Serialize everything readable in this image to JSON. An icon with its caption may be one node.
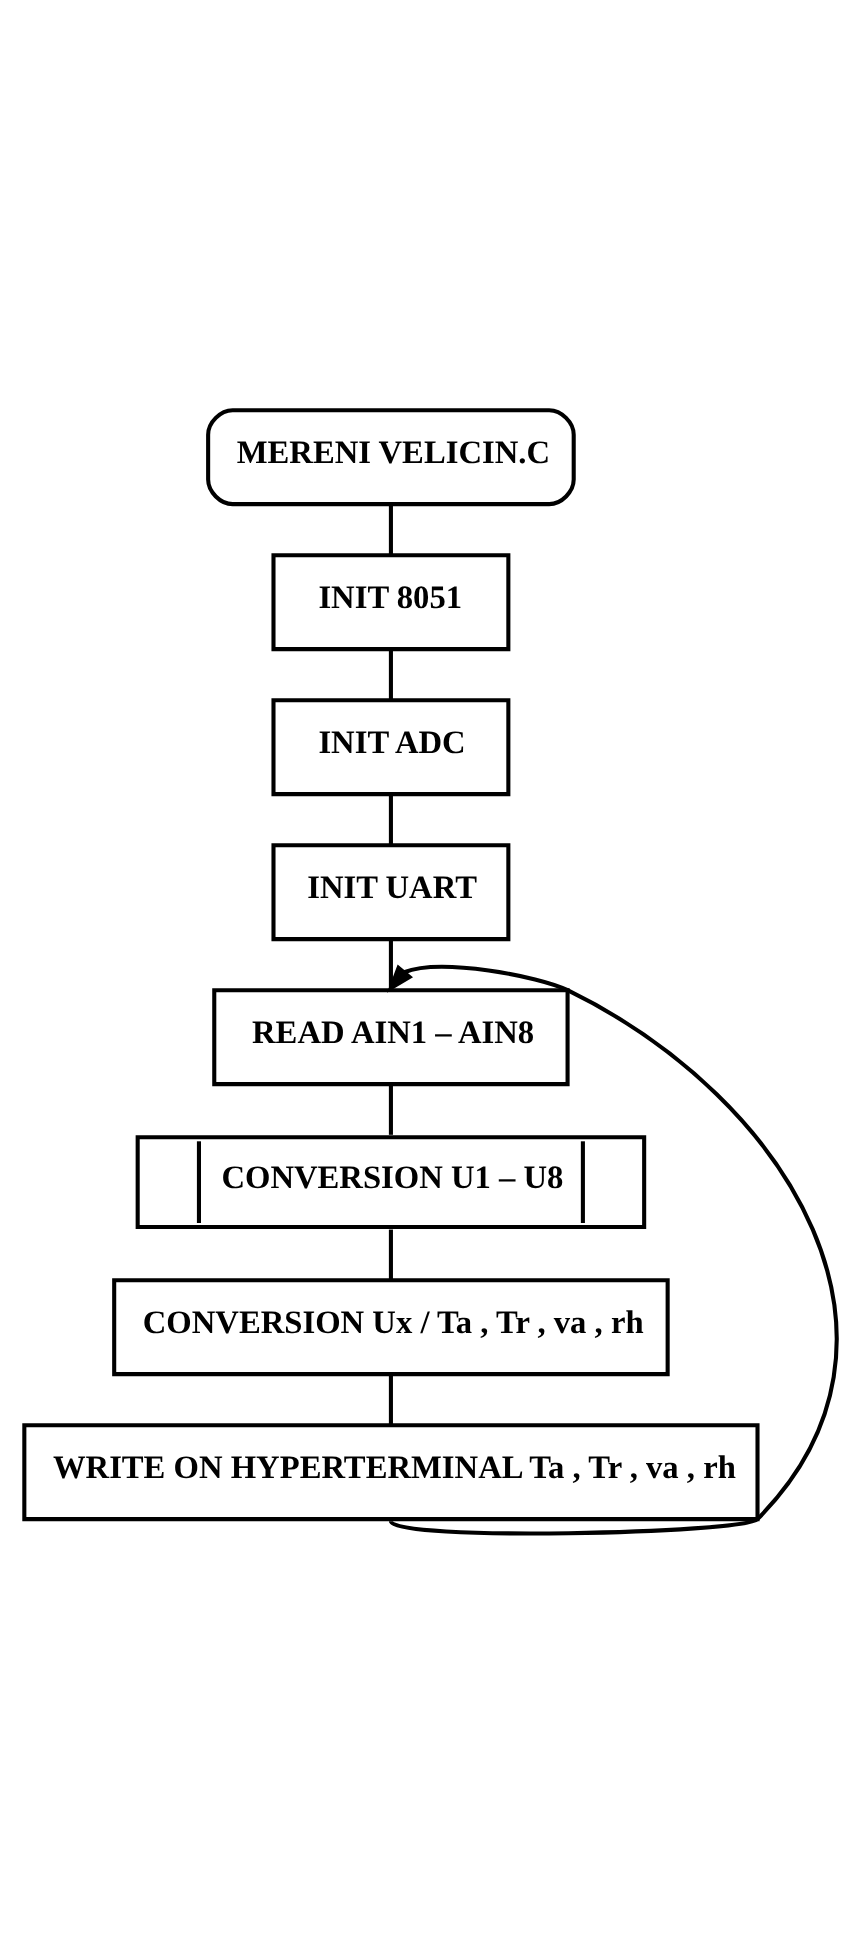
{
  "diagram": {
    "nodes": [
      {
        "text": [
          "MERENI VELICIN.C"
        ]
      },
      {
        "text": [
          "INIT 8051"
        ]
      },
      {
        "text": [
          "INIT ADC"
        ]
      },
      {
        "text": [
          "INIT UART"
        ]
      },
      {
        "text": [
          "READ AIN1 – AIN8"
        ]
      },
      {
        "text": [
          "CONVERSION U1 – U8"
        ]
      },
      {
        "text": [
          "CONVERSION Ux / Ta , Tr , va , rh"
        ]
      },
      {
        "text": [
          "WRITE ON HYPERTERMINAL Ta , Tr , va , rh"
        ]
      }
    ],
    "edges": [
      {
        "from": 0,
        "to": 1,
        "arrow": "none"
      },
      {
        "from": 1,
        "to": 2,
        "arrow": "none"
      },
      {
        "from": 2,
        "to": 3,
        "arrow": "none"
      },
      {
        "from": 3,
        "to": 4,
        "arrow": "none"
      },
      {
        "from": 4,
        "to": 5,
        "arrow": "none"
      },
      {
        "from": 5,
        "to": 6,
        "arrow": "none"
      },
      {
        "from": 6,
        "to": 7,
        "arrow": "none"
      },
      {
        "from": 7,
        "to": 4,
        "arrow": "to"
      }
    ]
  }
}
